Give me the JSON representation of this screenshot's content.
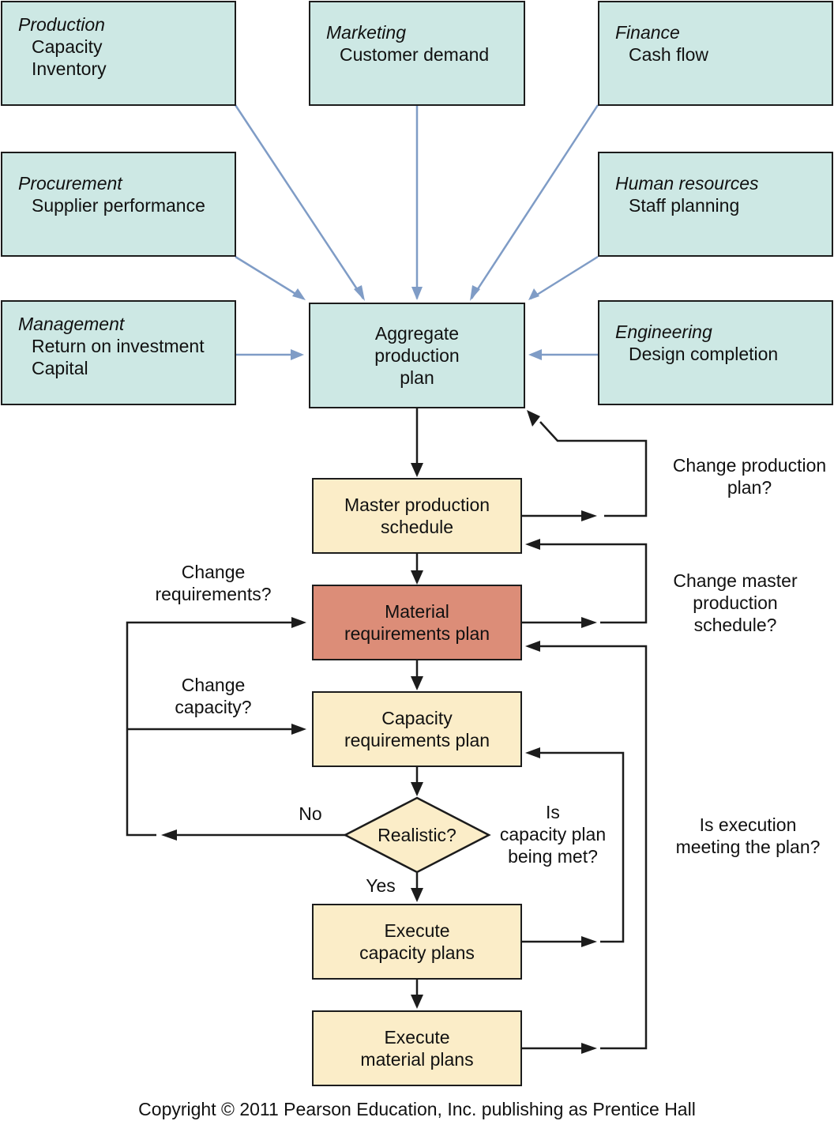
{
  "sources": {
    "production": {
      "dept": "Production",
      "items": [
        "Capacity",
        "Inventory"
      ]
    },
    "marketing": {
      "dept": "Marketing",
      "items": [
        "Customer demand"
      ]
    },
    "finance": {
      "dept": "Finance",
      "items": [
        "Cash flow"
      ]
    },
    "procurement": {
      "dept": "Procurement",
      "items": [
        "Supplier performance"
      ]
    },
    "human_resources": {
      "dept": "Human resources",
      "items": [
        "Staff planning"
      ]
    },
    "management": {
      "dept": "Management",
      "items": [
        "Return on investment",
        "Capital"
      ]
    },
    "engineering": {
      "dept": "Engineering",
      "items": [
        "Design completion"
      ]
    }
  },
  "plans": {
    "aggregate": [
      "Aggregate",
      "production",
      "plan"
    ],
    "mps": [
      "Master production",
      "schedule"
    ],
    "mrp": [
      "Material",
      "requirements plan"
    ],
    "crp": [
      "Capacity",
      "requirements plan"
    ],
    "decision": "Realistic?",
    "exec_capacity": [
      "Execute",
      "capacity plans"
    ],
    "exec_material": [
      "Execute",
      "material plans"
    ]
  },
  "labels": {
    "change_production_plan": [
      "Change production",
      "plan?"
    ],
    "change_mps": [
      "Change master",
      "production",
      "schedule?"
    ],
    "change_requirements": [
      "Change",
      "requirements?"
    ],
    "change_capacity": [
      "Change",
      "capacity?"
    ],
    "no": "No",
    "yes": "Yes",
    "capacity_met": [
      "Is",
      "capacity plan",
      "being met?"
    ],
    "execution_meeting": [
      "Is execution",
      "meeting the plan?"
    ]
  },
  "colors": {
    "source_fill": "#cde8e4",
    "plan_fill": "#fbedc8",
    "mrp_fill": "#dc8d78",
    "input_arrow": "#7f9cc6",
    "flow_arrow": "#1c1c1c"
  },
  "footer": "Copyright © 2011 Pearson Education, Inc. publishing as Prentice Hall"
}
